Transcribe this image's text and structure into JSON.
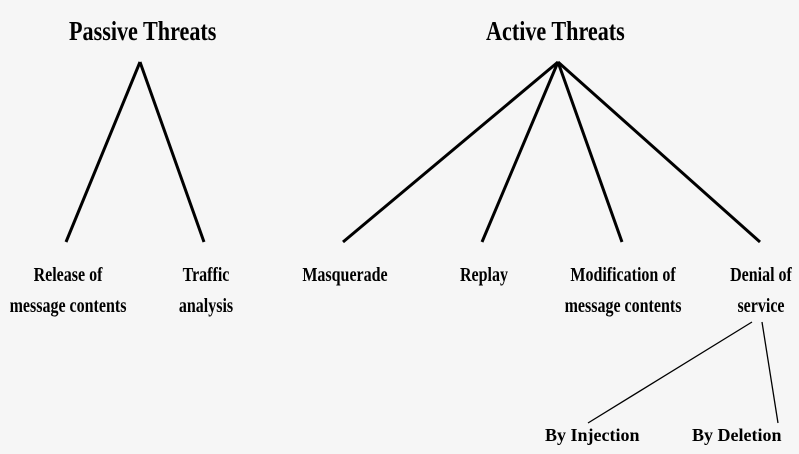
{
  "passive": {
    "title": "Passive Threats",
    "children": [
      {
        "line1": "Release of",
        "line2": "message contents"
      },
      {
        "line1": "Traffic",
        "line2": "analysis"
      }
    ]
  },
  "active": {
    "title": "Active Threats",
    "children": [
      {
        "line1": "Masquerade",
        "line2": ""
      },
      {
        "line1": "Replay",
        "line2": ""
      },
      {
        "line1": "Modification of",
        "line2": "message contents"
      },
      {
        "line1": "Denial of",
        "line2": "service"
      }
    ]
  },
  "denial_of_service": {
    "children": [
      {
        "label": "By Injection"
      },
      {
        "label": "By Deletion"
      }
    ]
  },
  "colors": {
    "background": "#f6f6f6",
    "ink": "#000000"
  }
}
